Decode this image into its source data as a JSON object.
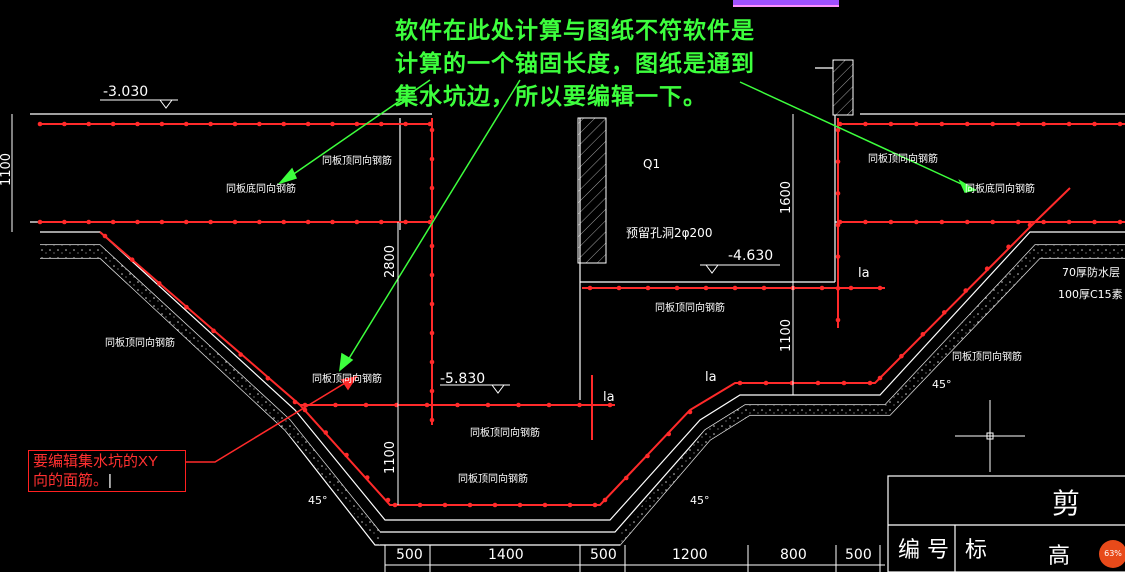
{
  "annotation_green": {
    "line1": "软件在此处计算与图纸不符软件是",
    "line2": "计算的一个锚固长度，图纸是通到",
    "line3": "集水坑边，所以要编辑一下。"
  },
  "annotation_red": {
    "line1": "要编辑集水坑的XY",
    "line2": "向的面筋。"
  },
  "elevations": {
    "top_left": "-3.030",
    "mid_right": "-4.630",
    "pit_bottom": "-5.830"
  },
  "labels": {
    "same_dir_bottom_1": "同板底同向钢筋",
    "same_dir_bottom_2": "同板底同向钢筋",
    "same_dir_top_1": "同板顶同向钢筋",
    "same_dir_top_2": "同板顶同向钢筋",
    "same_dir_top_3": "同板顶同向钢筋",
    "same_dir_top_4": "同板顶同向钢筋",
    "same_dir_top_5": "同板顶同向钢筋",
    "same_dir_top_6": "同板顶同向钢筋",
    "same_dir_top_7": "同板顶同向钢筋",
    "same_dir_top_8": "同板顶同向钢筋",
    "reserved_hole": "预留孔洞2φ200",
    "wall_q1": "Q1",
    "waterproof_70": "70厚防水层",
    "concrete_100": "100厚C15素",
    "la": "la",
    "angle_45": "45°"
  },
  "dimensions_vertical": {
    "left_top": "1100",
    "left_mid": "2800",
    "left_bottom": "1100",
    "right_top": "1600",
    "right_mid": "1100"
  },
  "dimensions_bottom": [
    "500",
    "1400",
    "500",
    "1200",
    "800",
    "500"
  ],
  "title_block": {
    "cut": "剪",
    "serial": "编 号",
    "mark": "标",
    "height": "高"
  },
  "zoom_badge": "63%",
  "colors": {
    "rebar": "#ff2a2a",
    "structure": "#ffffff",
    "annotation": "#3dff3d",
    "label": "#ffffff"
  }
}
